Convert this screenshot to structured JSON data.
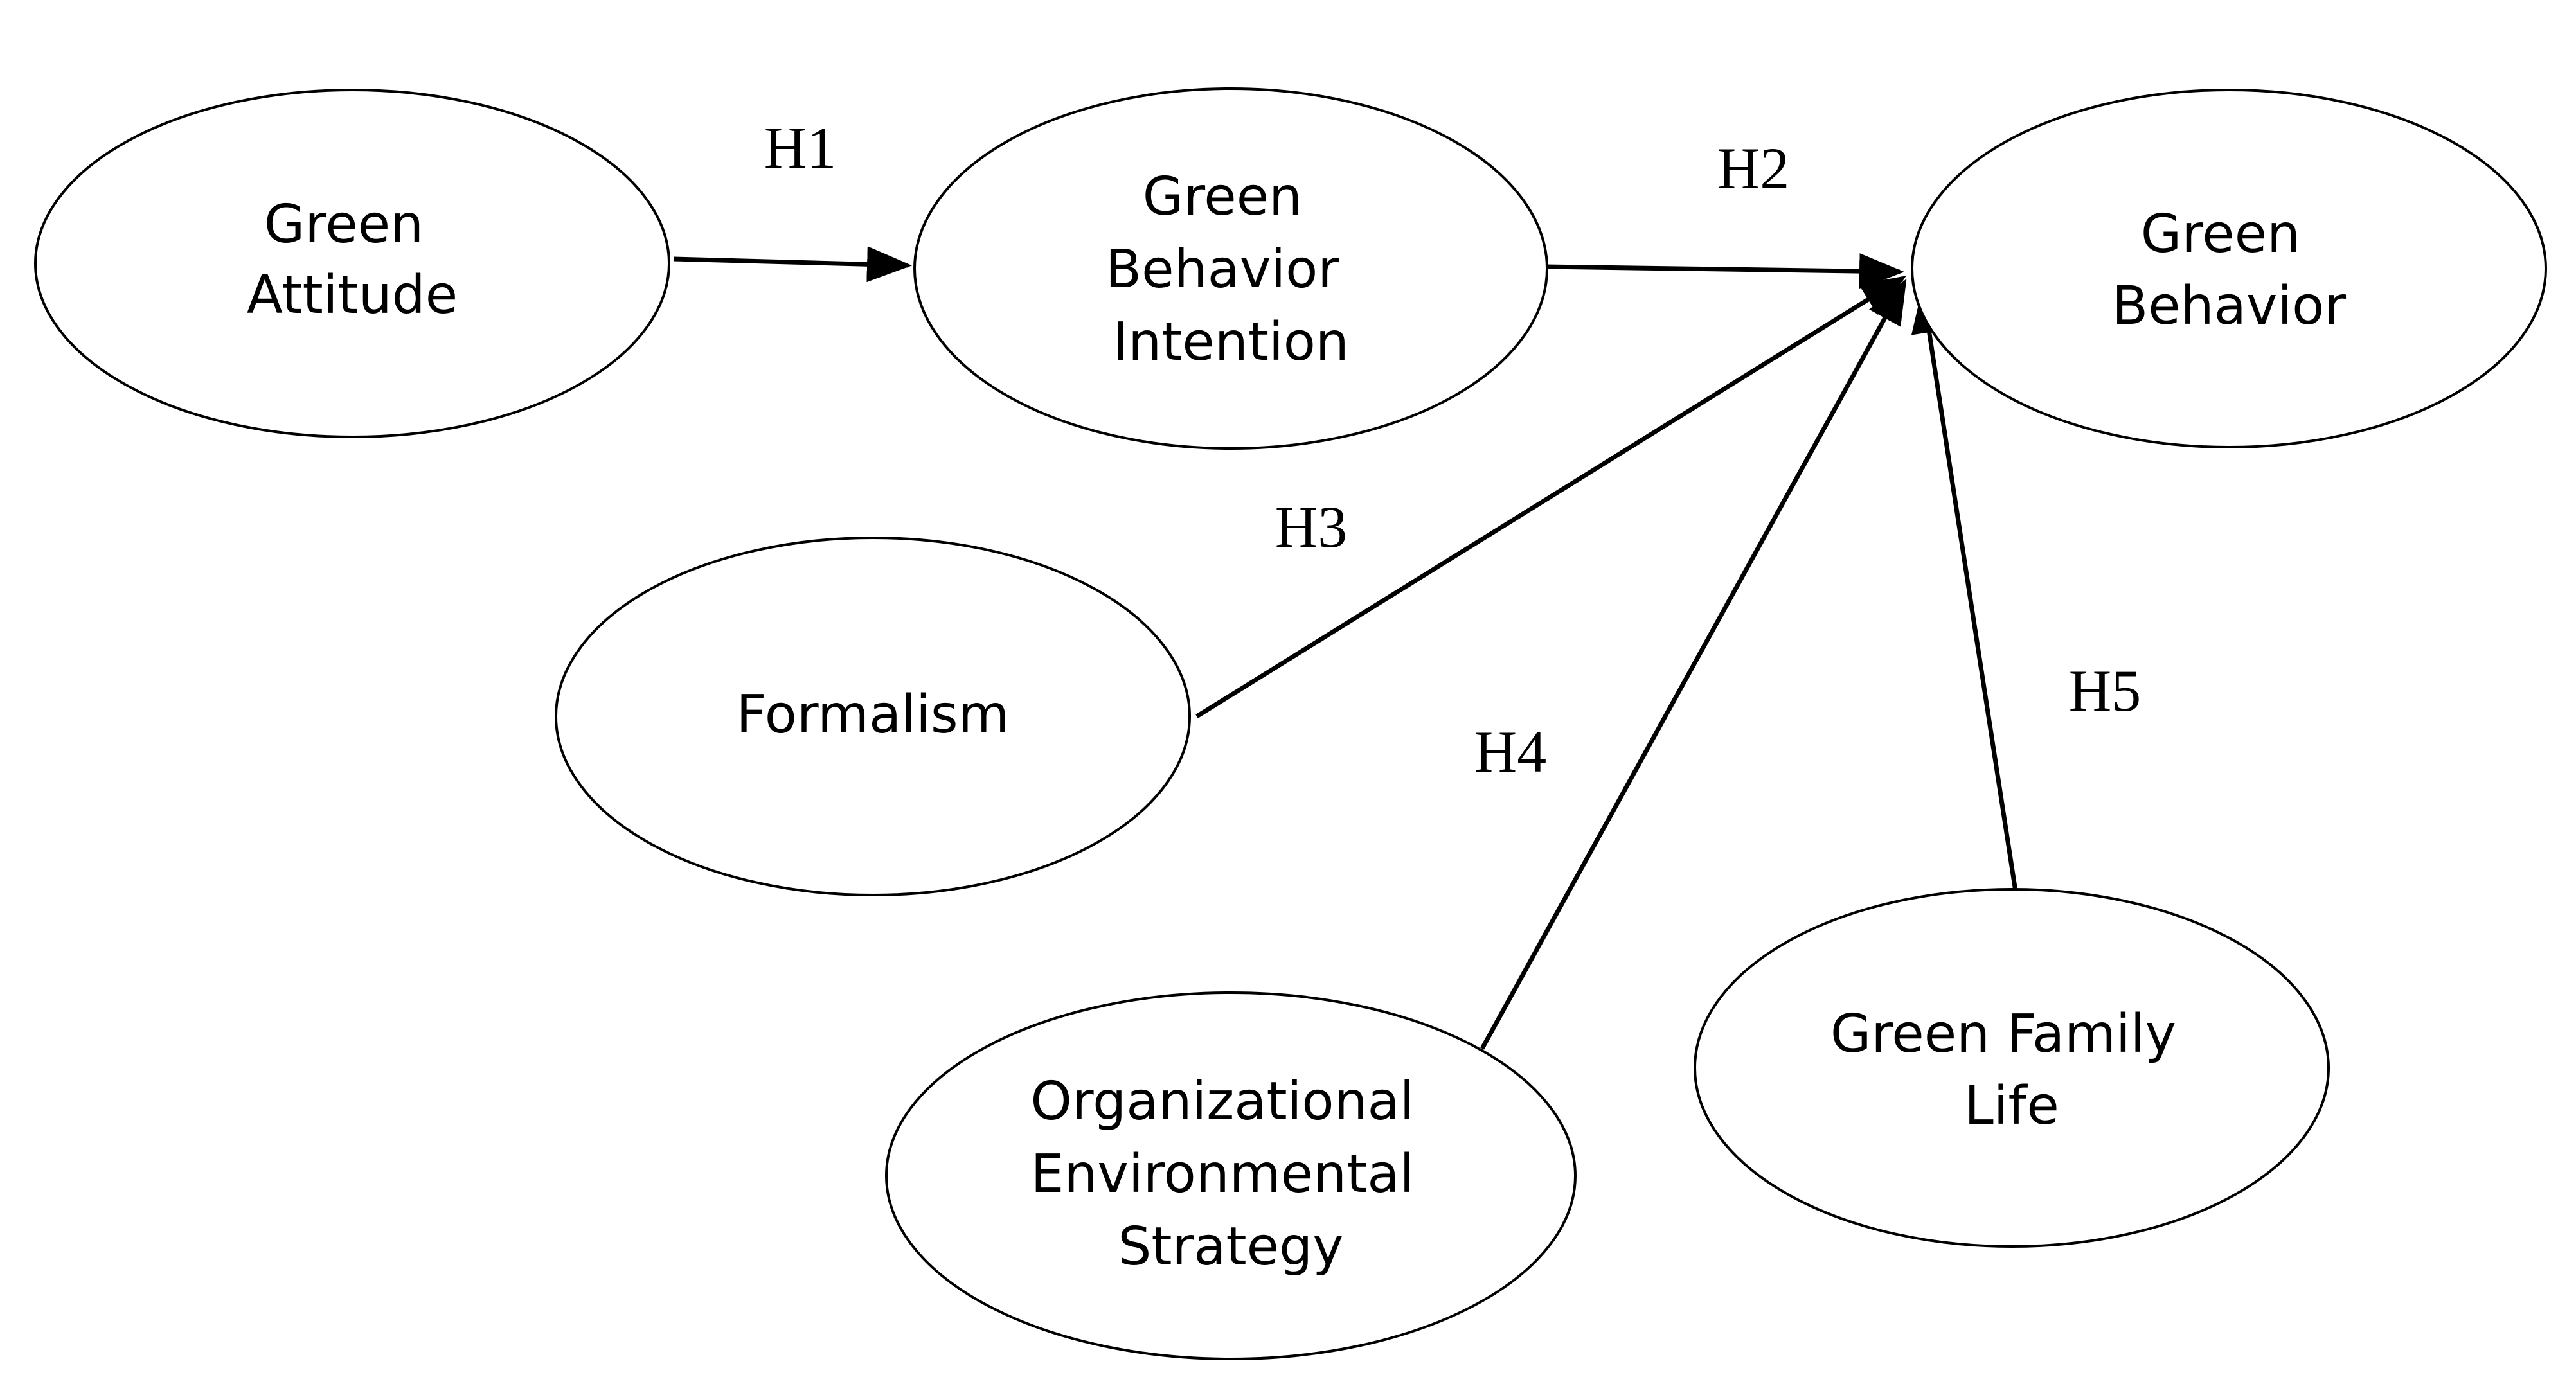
{
  "nodes": {
    "green_attitude": {
      "lines": [
        "Green",
        "Attitude"
      ]
    },
    "green_behavior_intention": {
      "lines": [
        "Green",
        "Behavior",
        "Intention"
      ]
    },
    "green_behavior": {
      "lines": [
        "Green",
        "Behavior"
      ]
    },
    "formalism": {
      "lines": [
        "Formalism"
      ]
    },
    "organizational_environmental_strategy": {
      "lines": [
        "Organizational",
        "Environmental",
        "Strategy"
      ]
    },
    "green_family_life": {
      "lines": [
        "Green Family",
        "Life"
      ]
    }
  },
  "edges": {
    "h1": {
      "label": "H1",
      "from": "Green Attitude",
      "to": "Green Behavior Intention"
    },
    "h2": {
      "label": "H2",
      "from": "Green Behavior Intention",
      "to": "Green Behavior"
    },
    "h3": {
      "label": "H3",
      "from": "Formalism",
      "to": "Green Behavior"
    },
    "h4": {
      "label": "H4",
      "from": "Organizational Environmental Strategy",
      "to": "Green Behavior"
    },
    "h5": {
      "label": "H5",
      "from": "Green Family Life",
      "to": "Green Behavior"
    }
  },
  "colors": {
    "stroke": "#000000",
    "background": "#ffffff"
  }
}
